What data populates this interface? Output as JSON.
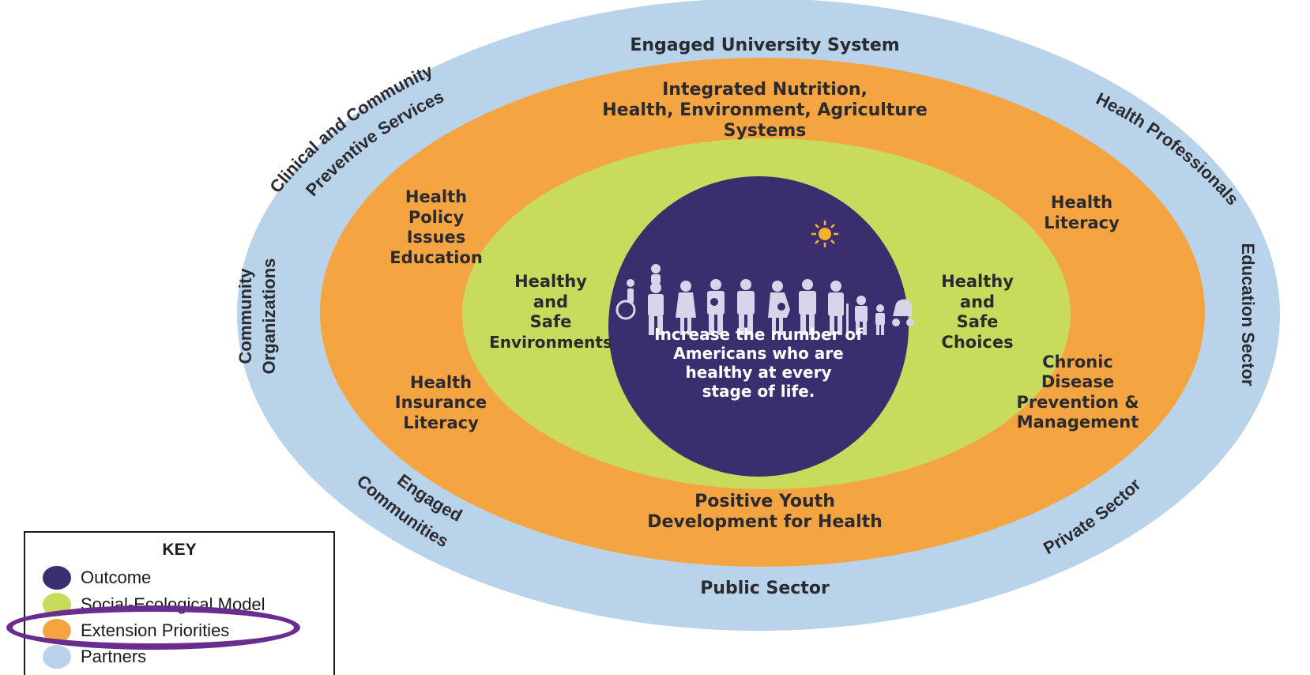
{
  "colors": {
    "outcome": "#3b2e6e",
    "social_ecological": "#c9db5c",
    "extension": "#f5a442",
    "partners": "#b8d3ea",
    "highlight": "#6a2d8f"
  },
  "partners": {
    "top": "Engaged University System",
    "bottom": "Public Sector",
    "top_left_line1": "Clinical and Community",
    "top_left_line2": "Preventive Services",
    "top_right": "Health Professionals",
    "left_line1": "Community",
    "left_line2": "Organizations",
    "right": "Education Sector",
    "bottom_left_line1": "Engaged",
    "bottom_left_line2": "Communities",
    "bottom_right": "Private Sector"
  },
  "extension": {
    "top_line1": "Integrated Nutrition,",
    "top_line2": "Health, Environment, Agriculture",
    "top_line3": "Systems",
    "left_top": [
      "Health",
      "Policy",
      "Issues",
      "Education"
    ],
    "left_bottom": [
      "Health",
      "Insurance",
      "Literacy"
    ],
    "right_top": [
      "Health",
      "Literacy"
    ],
    "right_bottom": [
      "Chronic",
      "Disease",
      "Prevention &",
      "Management"
    ],
    "bottom_line1": "Positive Youth",
    "bottom_line2": "Development for Health"
  },
  "social_ecological": {
    "left": [
      "Healthy",
      "and",
      "Safe",
      "Environments"
    ],
    "right": [
      "Healthy",
      "and",
      "Safe",
      "Choices"
    ]
  },
  "outcome": {
    "text": [
      "Increase the number of",
      "Americans who are",
      "healthy at every",
      "stage of life."
    ]
  },
  "key": {
    "title": "KEY",
    "items": [
      "Outcome",
      "Social-Ecological Model",
      "Extension Priorities",
      "Partners"
    ]
  }
}
